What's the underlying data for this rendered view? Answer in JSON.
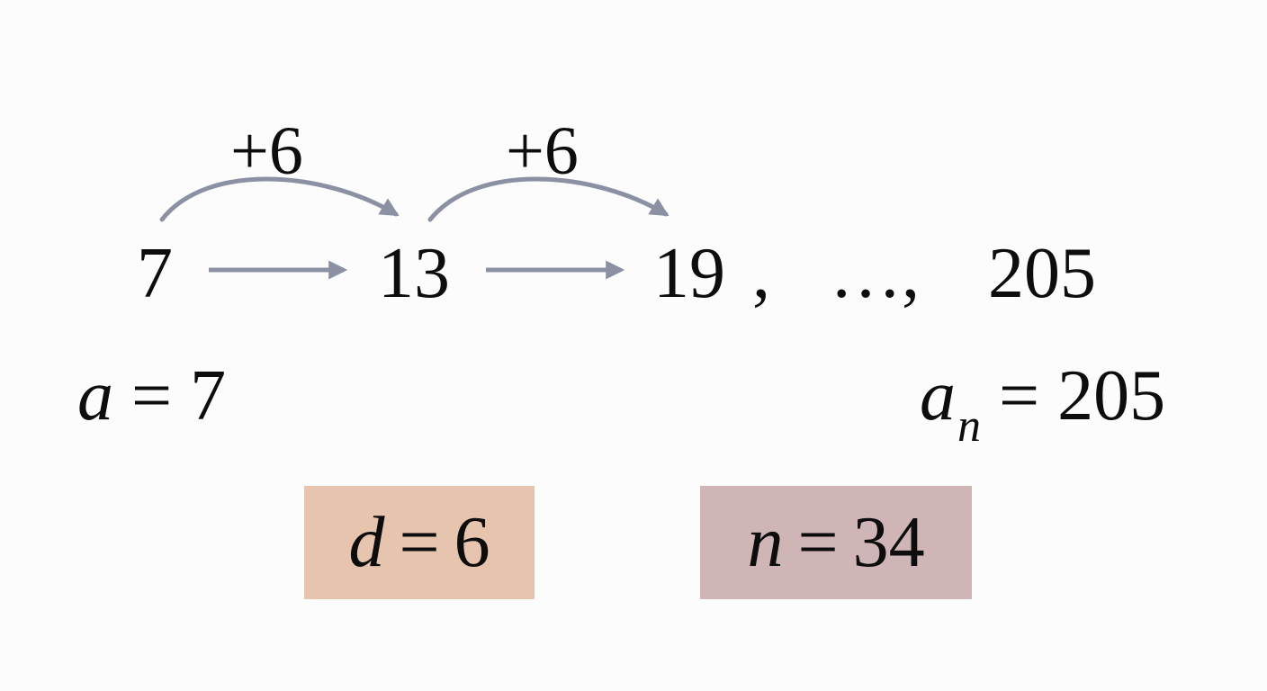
{
  "sequence": {
    "terms": [
      "7",
      "13",
      "19",
      "205"
    ],
    "comma_after_19": ",",
    "ellipsis": "…,",
    "step_labels": [
      "+6",
      "+6"
    ]
  },
  "first_term": {
    "variable": "a",
    "operator": "=",
    "value": "7"
  },
  "last_term": {
    "variable": "a",
    "subscript": "n",
    "operator": "=",
    "value": "205"
  },
  "common_difference": {
    "variable": "d",
    "operator": "=",
    "value": "6",
    "box_color": "#e6c4ae"
  },
  "number_of_terms": {
    "variable": "n",
    "operator": "=",
    "value": "34",
    "box_color": "#d0b5b7"
  },
  "colors": {
    "arrow": "#8c90a3",
    "text": "#0d0d0d",
    "background": "#fdfcfd"
  }
}
